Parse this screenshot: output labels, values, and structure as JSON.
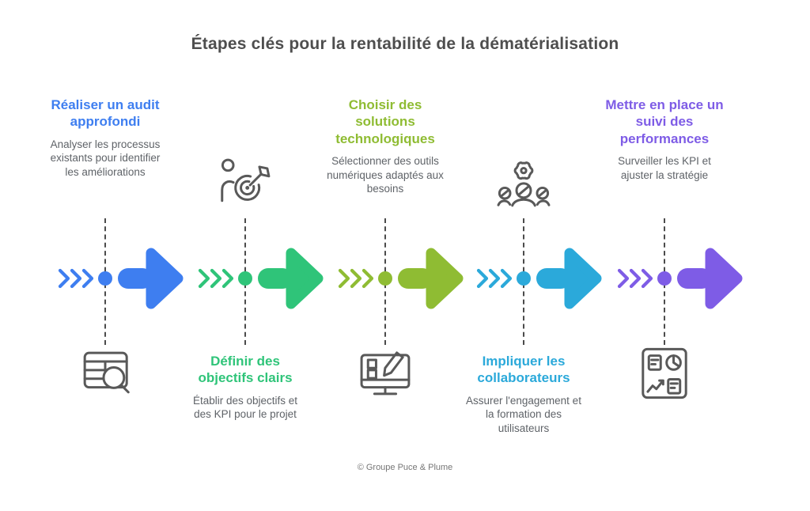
{
  "title": "Étapes clés pour la rentabilité de la dématérialisation",
  "footer": "© Groupe Puce & Plume",
  "colors": {
    "heading": "#4e4e4e",
    "description_text": "#5f6368",
    "icon_stroke": "#595959",
    "dashed_line": "#4b4b4b"
  },
  "timeline": {
    "chevrons_icon": "triple-chevron-right-icon",
    "marker": "timeline-dot",
    "arrow_icon": "big-right-arrow-icon"
  },
  "steps": [
    {
      "title": "Réaliser un audit approfondi",
      "description": "Analyser les processus existants pour identifier les améliorations",
      "color": "#3e7ef0",
      "icon": "table-magnifier-icon",
      "text_position": "top"
    },
    {
      "title": "Définir des objectifs clairs",
      "description": "Établir des objectifs et des KPI pour le projet",
      "color": "#2fc479",
      "icon": "person-target-icon",
      "text_position": "bottom"
    },
    {
      "title": "Choisir des solutions technologiques",
      "description": "Sélectionner des outils numériques adaptés aux besoins",
      "color": "#8fbc33",
      "icon": "monitor-pencil-icon",
      "text_position": "top"
    },
    {
      "title": "Impliquer les collaborateurs",
      "description": "Assurer l'engagement et la formation des utilisateurs",
      "color": "#2ba9da",
      "icon": "team-gear-icon",
      "text_position": "bottom"
    },
    {
      "title": "Mettre en place un suivi des performances",
      "description": "Surveiller les KPI et ajuster la stratégie",
      "color": "#7e5ce6",
      "icon": "performance-dashboard-icon",
      "text_position": "top"
    }
  ]
}
